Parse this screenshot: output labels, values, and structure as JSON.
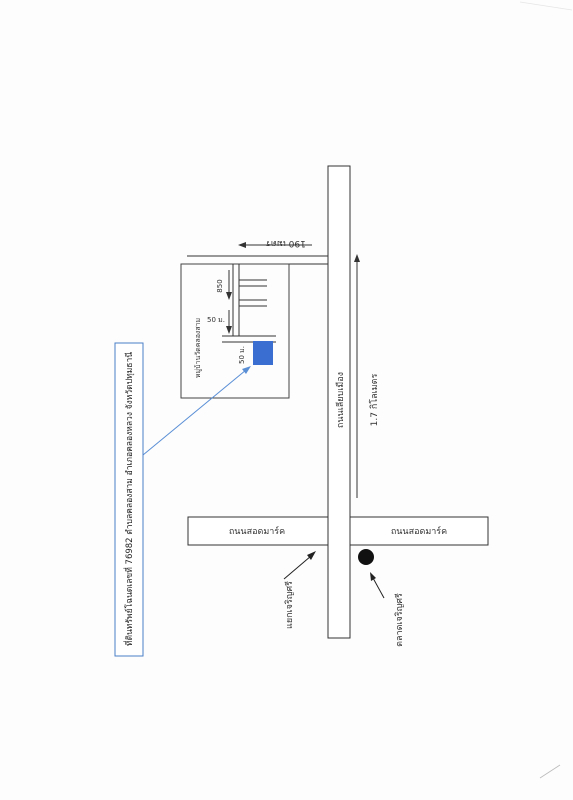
{
  "map": {
    "property_note": "ที่ดินทรัพย์โฉนดเลขที่ 76982 ตำบลคลองสาม อำเภอคลองหลวง จังหวัดปทุมธานี",
    "main_road": "ถนนเลียบเมือง",
    "cross_road_left": "ถนนสอดมาร์ค",
    "cross_road_right": "ถนนสอดมาร์ค",
    "distance_main": "1.7 กิโลเมตร",
    "distance_top": "190 เมตร",
    "village_name": "หมู่บ้านวัดคลองสาม",
    "dist_850": "850",
    "dist_50_lane": "50 ม.",
    "dist_50_plot": "50 ม.",
    "landmark_junction": "แยกเจริญศรี",
    "landmark_market": "ตลาดเจริญศรี",
    "colors": {
      "plot": "#3a6fd1",
      "pointer": "#5a8fd6",
      "note_border": "#4a7fc8",
      "market_dot": "#111111"
    }
  }
}
